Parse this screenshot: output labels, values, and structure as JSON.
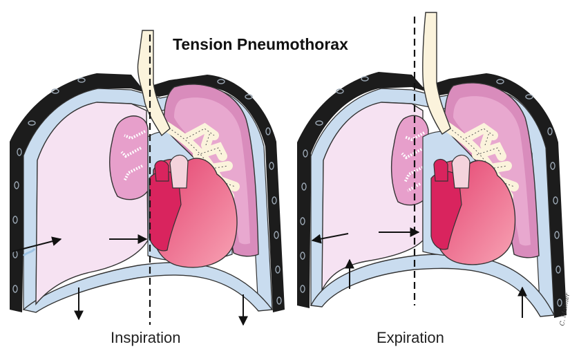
{
  "title": "Tension Pneumothorax",
  "panels": [
    {
      "id": "inspiration",
      "caption": "Inspiration"
    },
    {
      "id": "expiration",
      "caption": "Expiration"
    }
  ],
  "signature": "C. Malmer",
  "colors": {
    "pleural_space": "#e9c3e2",
    "collapsed_lung": "#e8a0cb",
    "inflated_lung": "#d98cbc",
    "mediastinum": "#c7dbef",
    "airway": "#fbf3dc",
    "heart_dark": "#d9245e",
    "heart_light": "#ef7d95",
    "chest_wall": "#1a1a1a",
    "outline": "#222222"
  }
}
